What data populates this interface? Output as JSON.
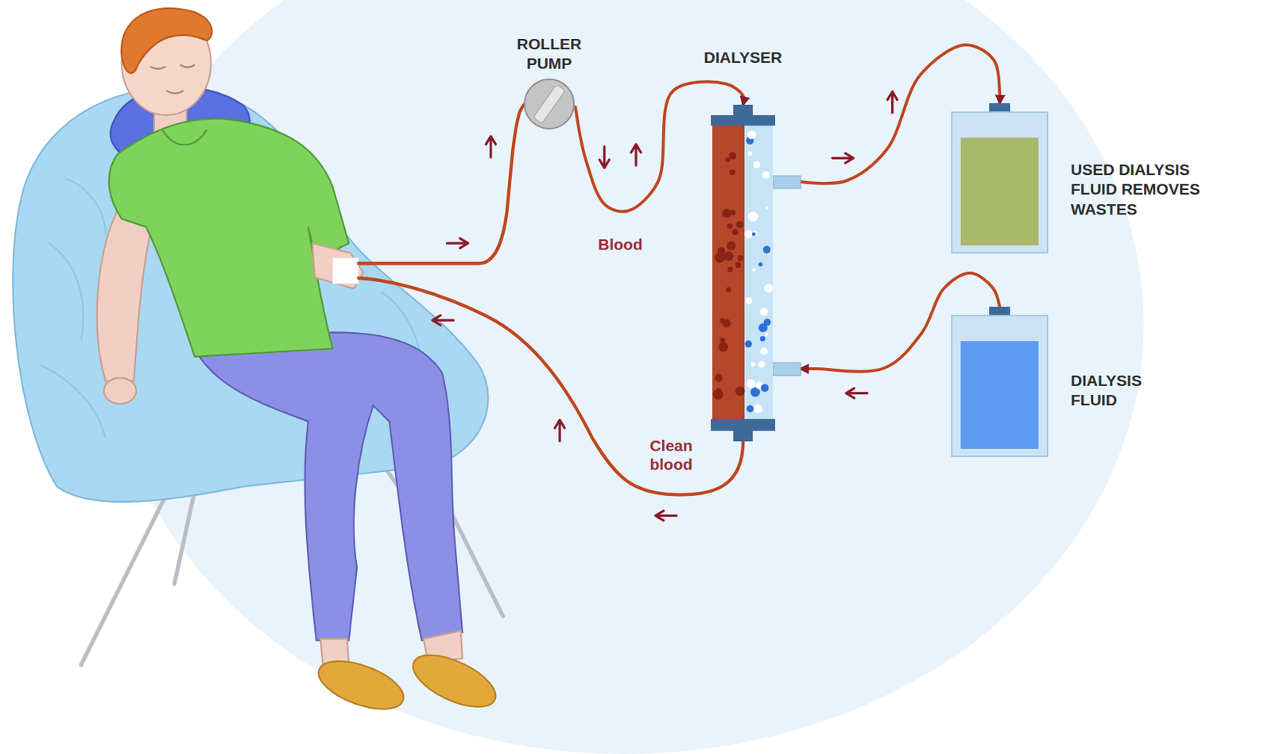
{
  "diagram": {
    "nodes": [
      {
        "text": [
          "ROLLER PUMP"
        ]
      },
      {
        "text": [
          "DIALYSER"
        ]
      },
      {
        "text": [
          "USED DIALYSIS FLUID REMOVES WASTES"
        ]
      },
      {
        "text": [
          "DIALYSIS FLUID"
        ]
      }
    ],
    "edges": [
      {
        "from": 0,
        "to": 1,
        "arrow": "to",
        "label": "Blood"
      },
      {
        "from": 1,
        "to": 2,
        "arrow": "to"
      },
      {
        "from": 3,
        "to": 1,
        "arrow": "to"
      }
    ],
    "labels": [
      "Clean blood"
    ]
  }
}
